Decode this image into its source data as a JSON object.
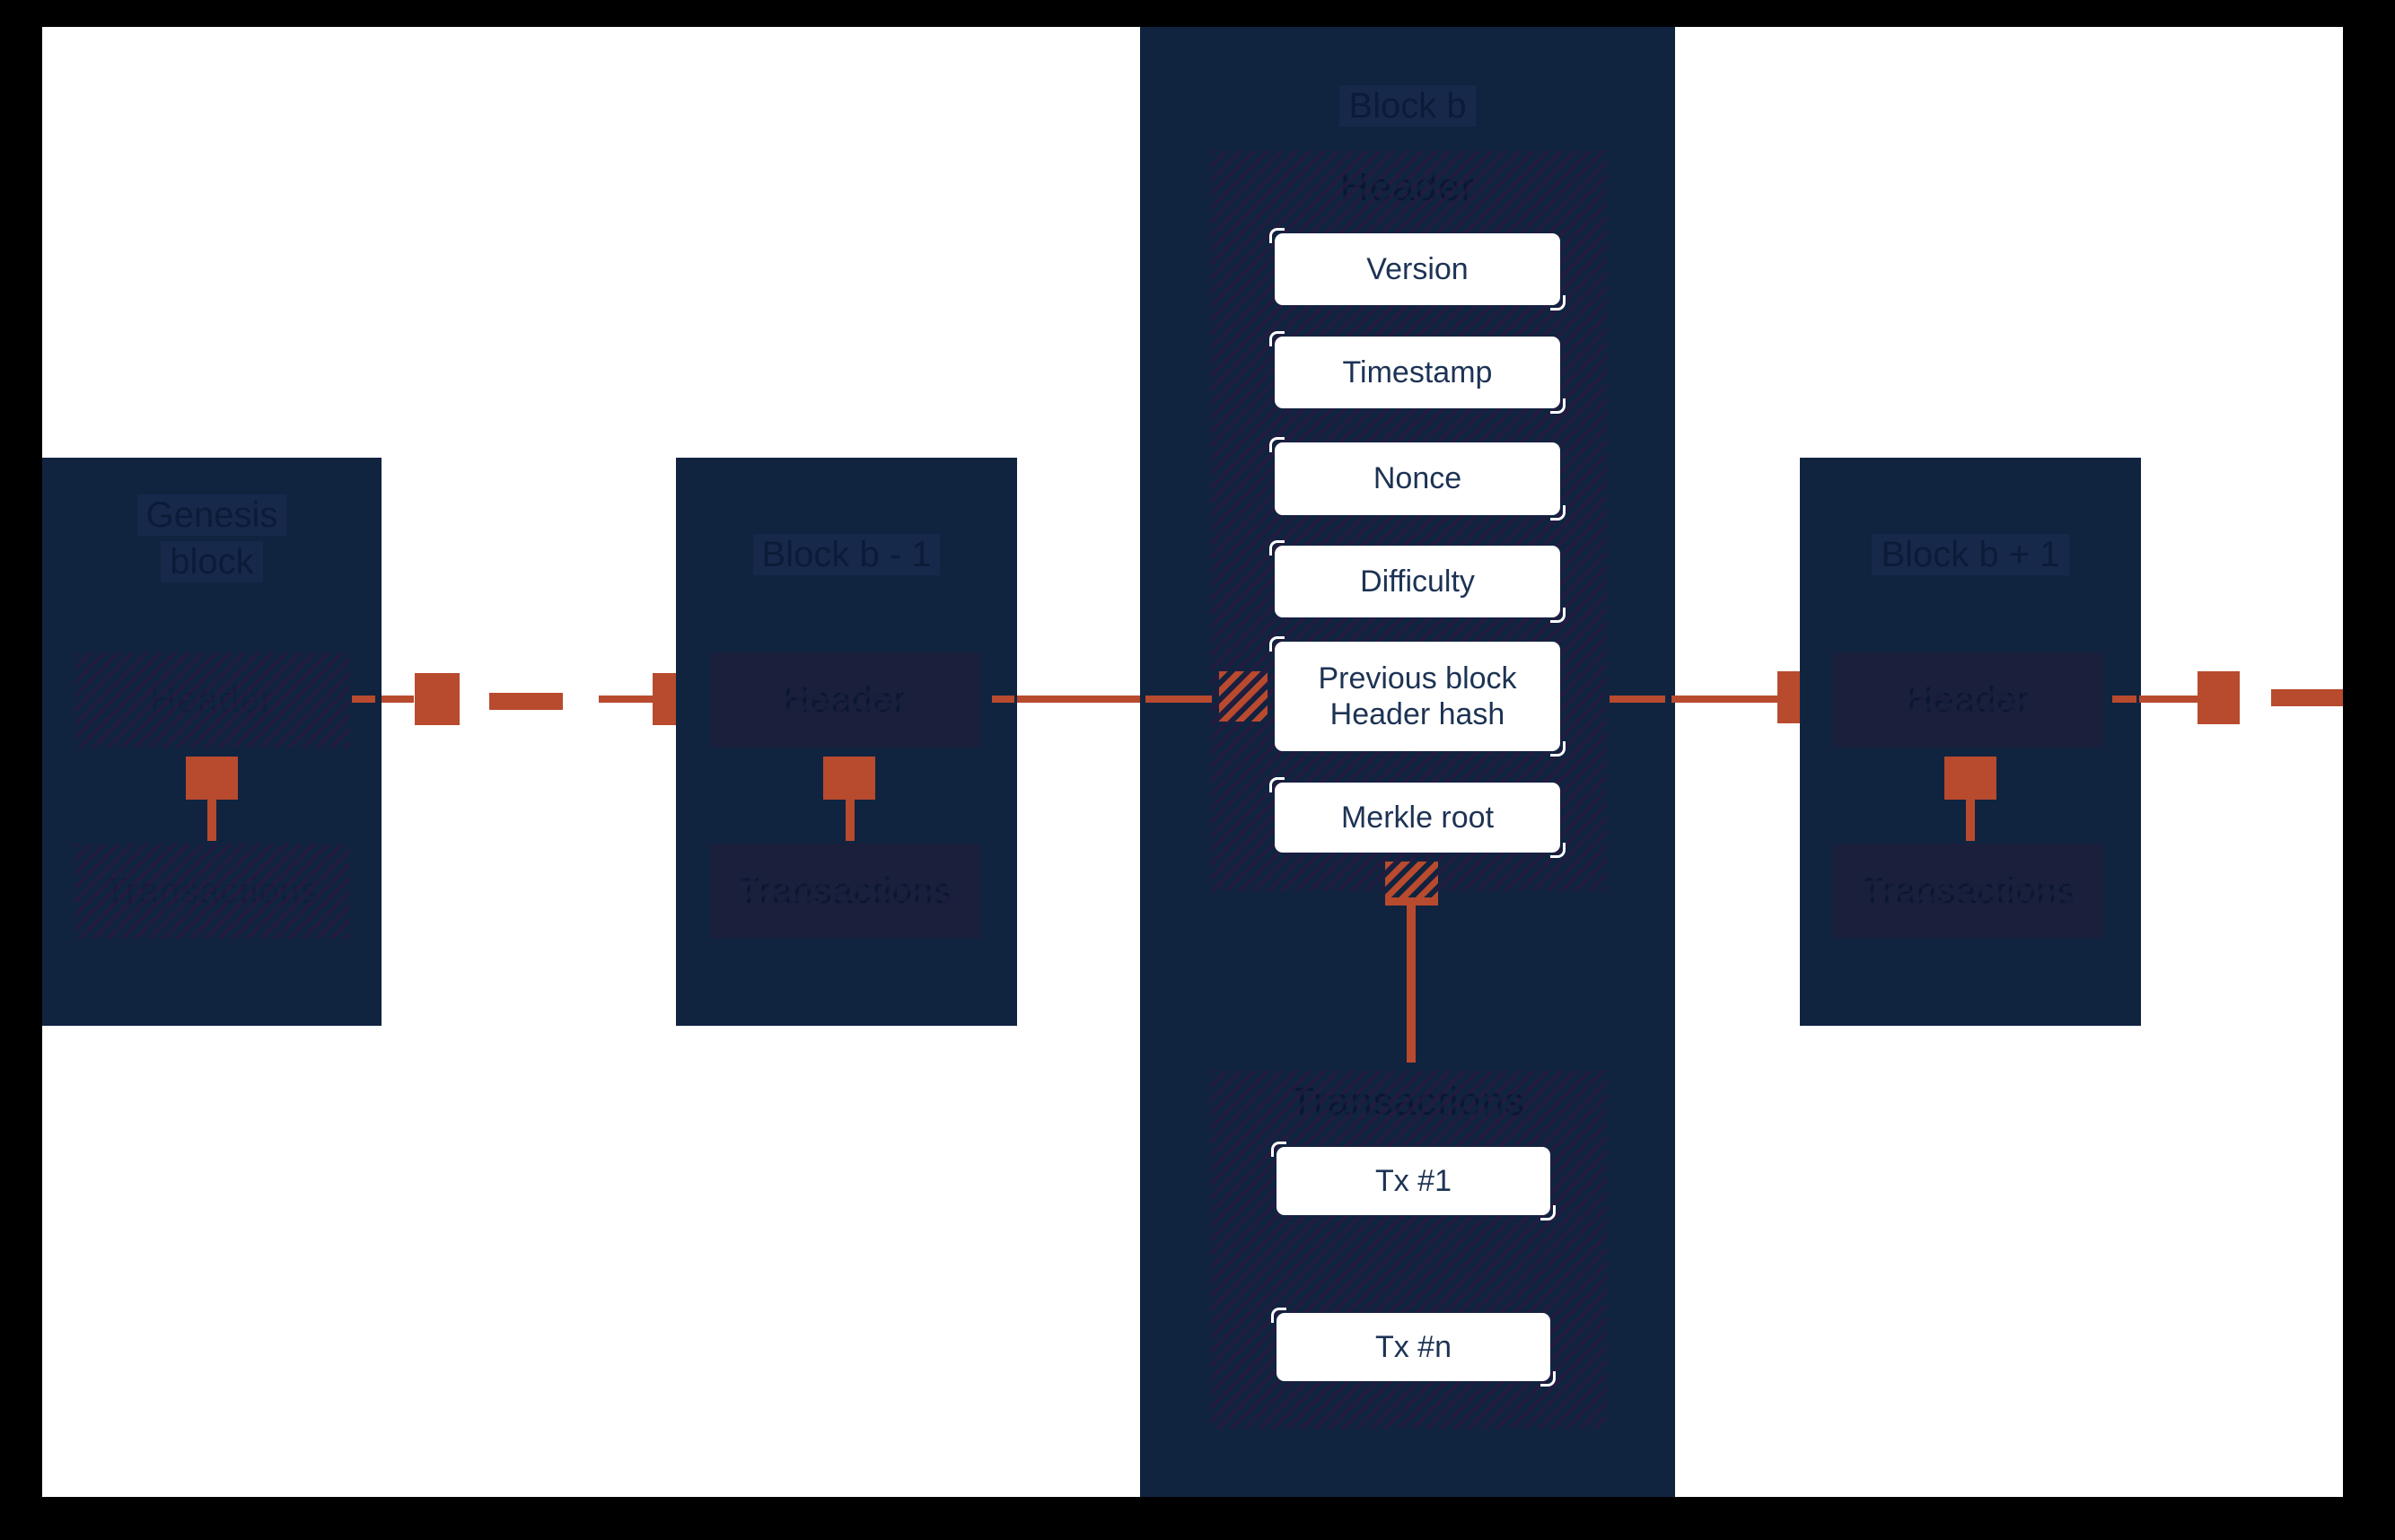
{
  "palette": {
    "block_navy": "#102440",
    "inner_rect_navy": "#1A1F3C",
    "hatch_purple": "#241B40",
    "arrow_red": "#B84A2E",
    "box_white": "#FFFFFF",
    "box_text_navy": "#1D3354",
    "title_highlight": "#17294B",
    "frame_black": "#000000"
  },
  "genesis_block": {
    "title_line1": "Genesis",
    "title_line2": "block",
    "header_label": "Header",
    "transactions_label": "Transactions"
  },
  "prev_block": {
    "title": "Block b - 1",
    "header_label": "Header",
    "transactions_label": "Transactions"
  },
  "current_block": {
    "title": "Block b",
    "header_label": "Header",
    "transactions_label": "Transactions",
    "fields": {
      "version": "Version",
      "timestamp": "Timestamp",
      "nonce": "Nonce",
      "difficulty": "Difficulty",
      "prev_hash_line1": "Previous block",
      "prev_hash_line2": "Header hash",
      "merkle": "Merkle root",
      "tx_first": "Tx  #1",
      "tx_last": "Tx  #n"
    }
  },
  "next_block": {
    "title": "Block b + 1",
    "header_label": "Header",
    "transactions_label": "Transactions"
  }
}
